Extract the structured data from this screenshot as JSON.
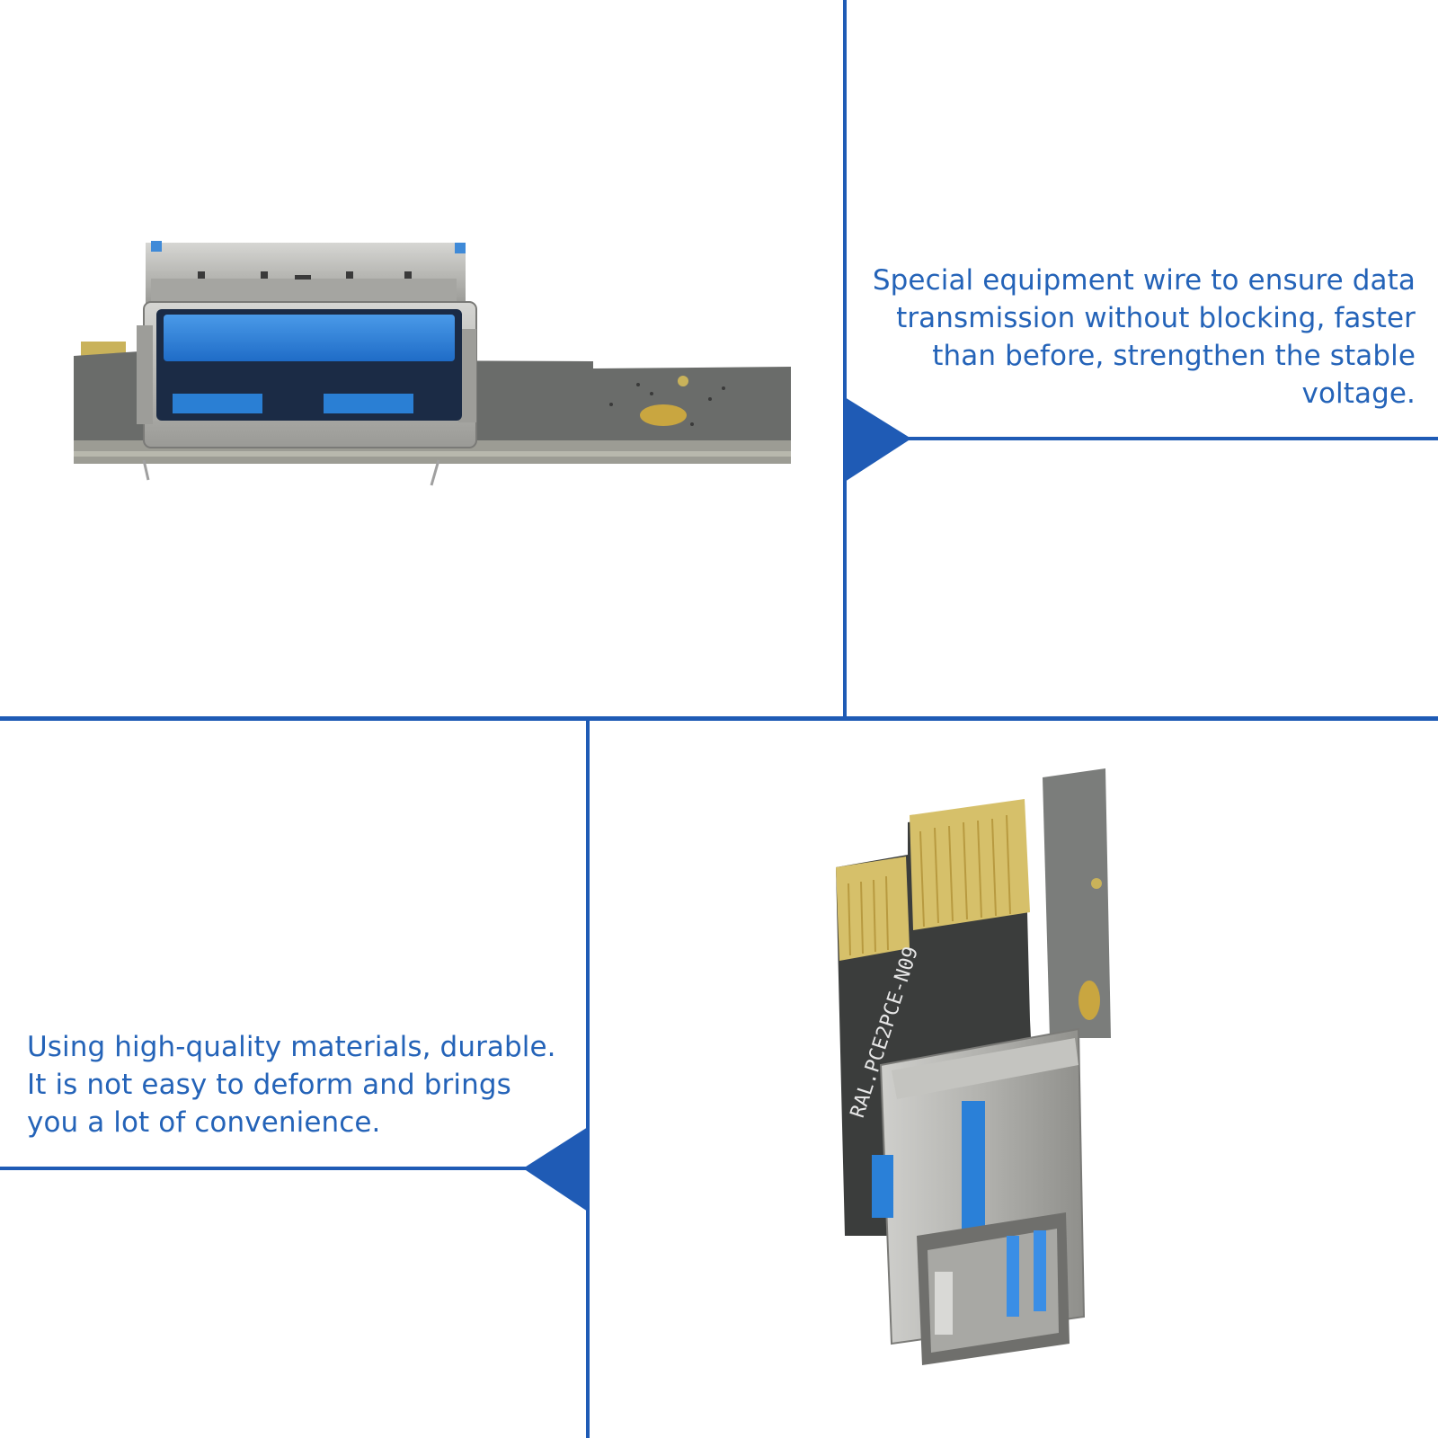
{
  "theme": {
    "accent": "#1f5bb5",
    "text": "#2463b8",
    "background": "#ffffff"
  },
  "panels": {
    "top_caption": "Special equipment wire to ensure data transmission without blocking, faster than before, strengthen the stable voltage.",
    "bottom_caption": "Using high-quality materials, durable. It is not easy to deform and brings you a lot of convenience."
  },
  "images": {
    "top": {
      "icon": "usb-riser-board-side-view"
    },
    "bottom": {
      "icon": "usb-riser-board-angled-view"
    }
  },
  "pcb_marking": "RAL.PCE2PCE-N09"
}
